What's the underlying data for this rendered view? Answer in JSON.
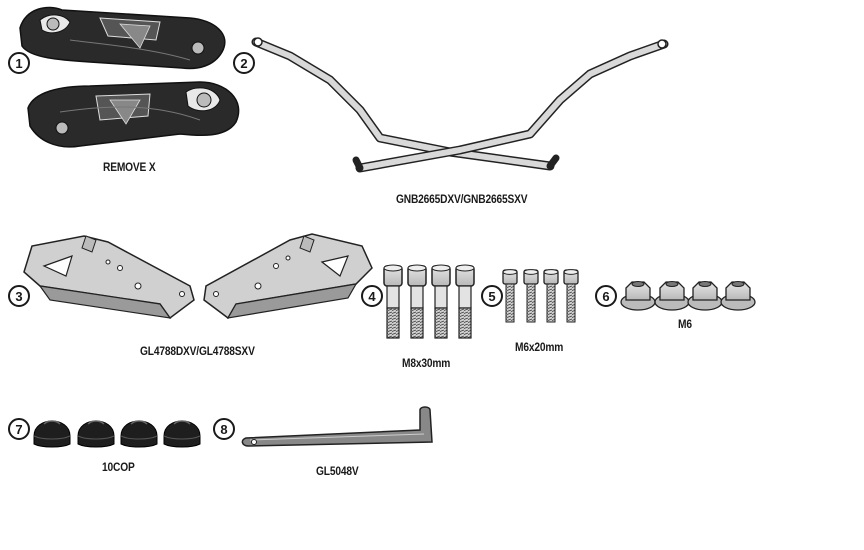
{
  "parts": [
    {
      "number": "1",
      "label": "REMOVE X",
      "icon": "side-cover-panel"
    },
    {
      "number": "2",
      "label": "GNB2665DXV/GNB2665SXV",
      "icon": "crossed-tubular-bar"
    },
    {
      "number": "3",
      "label": "GL4788DXV/GL4788SXV",
      "icon": "bracket-plates"
    },
    {
      "number": "4",
      "label": "M8x30mm",
      "icon": "bolt-m8"
    },
    {
      "number": "5",
      "label": "M6x20mm",
      "icon": "bolt-m6"
    },
    {
      "number": "6",
      "label": "M6",
      "icon": "flange-nut"
    },
    {
      "number": "7",
      "label": "10COP",
      "icon": "cap-nut-cover"
    },
    {
      "number": "8",
      "label": "GL5048V",
      "icon": "l-hex-key"
    }
  ]
}
